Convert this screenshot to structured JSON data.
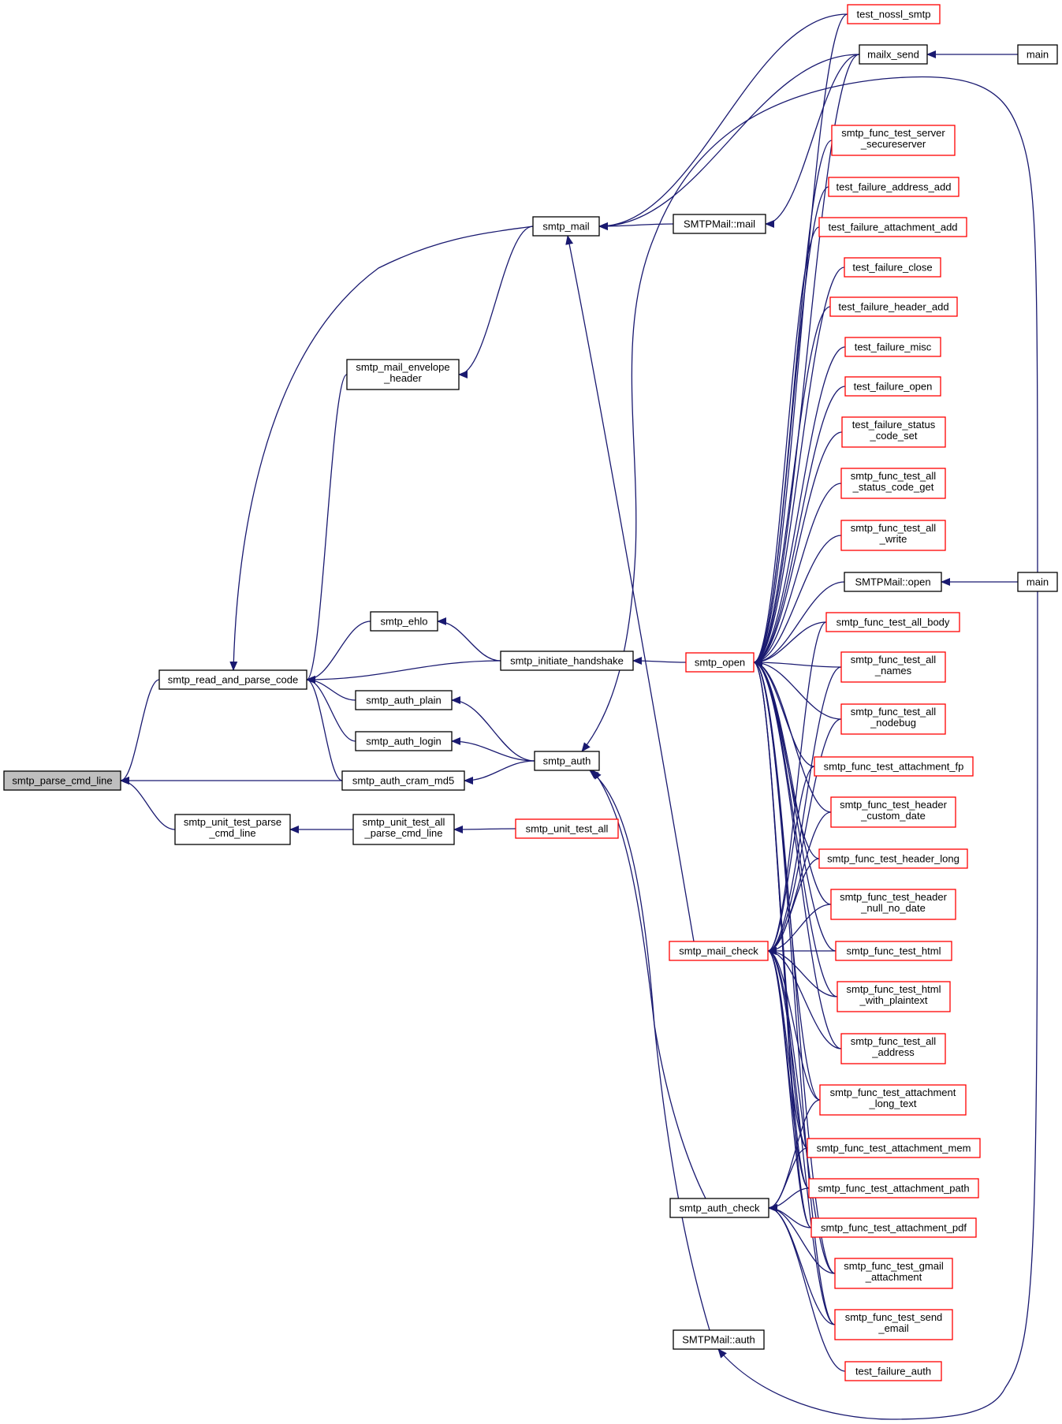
{
  "colors": {
    "edge": "#191970",
    "node_border": "#000000",
    "node_border_truncated": "#ff0000",
    "focus_fill": "#bfbfbf",
    "background": "#ffffff"
  },
  "nodes": {
    "parse": {
      "lines": [
        "smtp_parse_cmd_line"
      ],
      "kind": "focus"
    },
    "rpc": {
      "lines": [
        "smtp_read_and_parse_code"
      ],
      "kind": "normal"
    },
    "unitparse": {
      "lines": [
        "smtp_unit_test_parse",
        "_cmd_line"
      ],
      "kind": "normal"
    },
    "envelope": {
      "lines": [
        "smtp_mail_envelope",
        "_header"
      ],
      "kind": "normal"
    },
    "ehlo": {
      "lines": [
        "smtp_ehlo"
      ],
      "kind": "normal"
    },
    "authplain": {
      "lines": [
        "smtp_auth_plain"
      ],
      "kind": "normal"
    },
    "authlogin": {
      "lines": [
        "smtp_auth_login"
      ],
      "kind": "normal"
    },
    "cram": {
      "lines": [
        "smtp_auth_cram_md5"
      ],
      "kind": "normal"
    },
    "unitall": {
      "lines": [
        "smtp_unit_test_all",
        "_parse_cmd_line"
      ],
      "kind": "normal"
    },
    "mail": {
      "lines": [
        "smtp_mail"
      ],
      "kind": "normal"
    },
    "handshake": {
      "lines": [
        "smtp_initiate_handshake"
      ],
      "kind": "normal"
    },
    "auth": {
      "lines": [
        "smtp_auth"
      ],
      "kind": "normal"
    },
    "unittestall": {
      "lines": [
        "smtp_unit_test_all"
      ],
      "kind": "truncated"
    },
    "smtpmailm": {
      "lines": [
        "SMTPMail::mail"
      ],
      "kind": "normal"
    },
    "open": {
      "lines": [
        "smtp_open"
      ],
      "kind": "truncated"
    },
    "mailcheck": {
      "lines": [
        "smtp_mail_check"
      ],
      "kind": "truncated"
    },
    "authcheck": {
      "lines": [
        "smtp_auth_check"
      ],
      "kind": "normal"
    },
    "smtpmailauth": {
      "lines": [
        "SMTPMail::auth"
      ],
      "kind": "normal"
    },
    "nossl": {
      "lines": [
        "test_nossl_smtp"
      ],
      "kind": "truncated"
    },
    "mailx": {
      "lines": [
        "mailx_send"
      ],
      "kind": "normal"
    },
    "secureserver": {
      "lines": [
        "smtp_func_test_server",
        "_secureserver"
      ],
      "kind": "truncated"
    },
    "faddr": {
      "lines": [
        "test_failure_address_add"
      ],
      "kind": "truncated"
    },
    "fattach": {
      "lines": [
        "test_failure_attachment_add"
      ],
      "kind": "truncated"
    },
    "fclose": {
      "lines": [
        "test_failure_close"
      ],
      "kind": "truncated"
    },
    "fheader": {
      "lines": [
        "test_failure_header_add"
      ],
      "kind": "truncated"
    },
    "fmisc": {
      "lines": [
        "test_failure_misc"
      ],
      "kind": "truncated"
    },
    "fopen": {
      "lines": [
        "test_failure_open"
      ],
      "kind": "truncated"
    },
    "fstatus": {
      "lines": [
        "test_failure_status",
        "_code_set"
      ],
      "kind": "truncated"
    },
    "allstatus": {
      "lines": [
        "smtp_func_test_all",
        "_status_code_get"
      ],
      "kind": "truncated"
    },
    "allwrite": {
      "lines": [
        "smtp_func_test_all",
        "_write"
      ],
      "kind": "truncated"
    },
    "smtpopen": {
      "lines": [
        "SMTPMail::open"
      ],
      "kind": "normal"
    },
    "allbody": {
      "lines": [
        "smtp_func_test_all_body"
      ],
      "kind": "truncated"
    },
    "allnames": {
      "lines": [
        "smtp_func_test_all",
        "_names"
      ],
      "kind": "truncated"
    },
    "allnodebug": {
      "lines": [
        "smtp_func_test_all",
        "_nodebug"
      ],
      "kind": "truncated"
    },
    "attfp": {
      "lines": [
        "smtp_func_test_attachment_fp"
      ],
      "kind": "truncated"
    },
    "hdrcustom": {
      "lines": [
        "smtp_func_test_header",
        "_custom_date"
      ],
      "kind": "truncated"
    },
    "hdrlong": {
      "lines": [
        "smtp_func_test_header_long"
      ],
      "kind": "truncated"
    },
    "hdrnull": {
      "lines": [
        "smtp_func_test_header",
        "_null_no_date"
      ],
      "kind": "truncated"
    },
    "html": {
      "lines": [
        "smtp_func_test_html"
      ],
      "kind": "truncated"
    },
    "htmlplain": {
      "lines": [
        "smtp_func_test_html",
        "_with_plaintext"
      ],
      "kind": "truncated"
    },
    "alladdr": {
      "lines": [
        "smtp_func_test_all",
        "_address"
      ],
      "kind": "truncated"
    },
    "attlong": {
      "lines": [
        "smtp_func_test_attachment",
        "_long_text"
      ],
      "kind": "truncated"
    },
    "attmem": {
      "lines": [
        "smtp_func_test_attachment_mem"
      ],
      "kind": "truncated"
    },
    "attpath": {
      "lines": [
        "smtp_func_test_attachment_path"
      ],
      "kind": "truncated"
    },
    "attpdf": {
      "lines": [
        "smtp_func_test_attachment_pdf"
      ],
      "kind": "truncated"
    },
    "gmail": {
      "lines": [
        "smtp_func_test_gmail",
        "_attachment"
      ],
      "kind": "truncated"
    },
    "sendemail": {
      "lines": [
        "smtp_func_test_send",
        "_email"
      ],
      "kind": "truncated"
    },
    "fauth": {
      "lines": [
        "test_failure_auth"
      ],
      "kind": "truncated"
    },
    "main1": {
      "lines": [
        "main"
      ],
      "kind": "normal"
    },
    "main2": {
      "lines": [
        "main"
      ],
      "kind": "normal"
    }
  },
  "edges": [
    [
      "parse",
      "rpc"
    ],
    [
      "parse",
      "cram"
    ],
    [
      "parse",
      "unitparse"
    ],
    [
      "rpc",
      "mail"
    ],
    [
      "rpc",
      "envelope"
    ],
    [
      "rpc",
      "ehlo"
    ],
    [
      "rpc",
      "handshake"
    ],
    [
      "rpc",
      "authplain"
    ],
    [
      "rpc",
      "authlogin"
    ],
    [
      "rpc",
      "cram"
    ],
    [
      "unitparse",
      "unitall"
    ],
    [
      "unitall",
      "unittestall"
    ],
    [
      "envelope",
      "mail"
    ],
    [
      "ehlo",
      "handshake"
    ],
    [
      "authplain",
      "auth"
    ],
    [
      "authlogin",
      "auth"
    ],
    [
      "cram",
      "auth"
    ],
    [
      "handshake",
      "open"
    ],
    [
      "mail",
      "nossl"
    ],
    [
      "mail",
      "mailx"
    ],
    [
      "mail",
      "smtpmailm"
    ],
    [
      "mail",
      "mailcheck"
    ],
    [
      "smtpmailm",
      "mailx"
    ],
    [
      "mailx",
      "main1"
    ],
    [
      "auth",
      "main2"
    ],
    [
      "auth",
      "smtpmailauth"
    ],
    [
      "auth",
      "authcheck"
    ],
    [
      "open",
      "nossl"
    ],
    [
      "open",
      "mailx"
    ],
    [
      "open",
      "secureserver"
    ],
    [
      "open",
      "faddr"
    ],
    [
      "open",
      "fattach"
    ],
    [
      "open",
      "fclose"
    ],
    [
      "open",
      "fheader"
    ],
    [
      "open",
      "fmisc"
    ],
    [
      "open",
      "fopen"
    ],
    [
      "open",
      "fstatus"
    ],
    [
      "open",
      "allstatus"
    ],
    [
      "open",
      "allwrite"
    ],
    [
      "open",
      "smtpopen"
    ],
    [
      "open",
      "allbody"
    ],
    [
      "open",
      "allnames"
    ],
    [
      "open",
      "allnodebug"
    ],
    [
      "open",
      "attfp"
    ],
    [
      "open",
      "hdrcustom"
    ],
    [
      "open",
      "hdrlong"
    ],
    [
      "open",
      "hdrnull"
    ],
    [
      "open",
      "html"
    ],
    [
      "open",
      "htmlplain"
    ],
    [
      "open",
      "alladdr"
    ],
    [
      "open",
      "attlong"
    ],
    [
      "open",
      "attmem"
    ],
    [
      "open",
      "attpath"
    ],
    [
      "open",
      "attpdf"
    ],
    [
      "open",
      "gmail"
    ],
    [
      "open",
      "sendemail"
    ],
    [
      "smtpopen",
      "main2"
    ],
    [
      "mailcheck",
      "allbody"
    ],
    [
      "mailcheck",
      "allnames"
    ],
    [
      "mailcheck",
      "allnodebug"
    ],
    [
      "mailcheck",
      "attfp"
    ],
    [
      "mailcheck",
      "hdrcustom"
    ],
    [
      "mailcheck",
      "hdrlong"
    ],
    [
      "mailcheck",
      "hdrnull"
    ],
    [
      "mailcheck",
      "html"
    ],
    [
      "mailcheck",
      "htmlplain"
    ],
    [
      "mailcheck",
      "alladdr"
    ],
    [
      "mailcheck",
      "attlong"
    ],
    [
      "mailcheck",
      "attmem"
    ],
    [
      "mailcheck",
      "attpath"
    ],
    [
      "mailcheck",
      "attpdf"
    ],
    [
      "mailcheck",
      "gmail"
    ],
    [
      "mailcheck",
      "sendemail"
    ],
    [
      "authcheck",
      "attlong"
    ],
    [
      "authcheck",
      "attmem"
    ],
    [
      "authcheck",
      "attpath"
    ],
    [
      "authcheck",
      "attpdf"
    ],
    [
      "authcheck",
      "gmail"
    ],
    [
      "authcheck",
      "sendemail"
    ],
    [
      "authcheck",
      "fauth"
    ],
    [
      "smtpmailauth",
      "main2"
    ]
  ]
}
